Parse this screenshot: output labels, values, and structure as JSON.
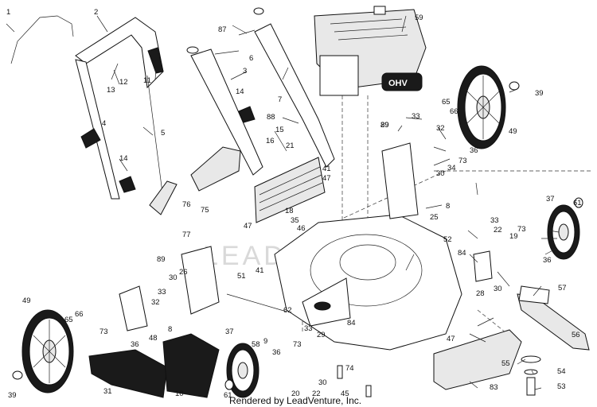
{
  "watermark": "LEADVENTURE",
  "credit": "Rendered by LeadVenture, Inc.",
  "engine_text": "OHV",
  "callouts": [
    "1",
    "2",
    "3",
    "4",
    "5",
    "6",
    "7",
    "8",
    "9",
    "10",
    "11",
    "12",
    "13",
    "14",
    "15",
    "16",
    "18",
    "19",
    "20",
    "21",
    "22",
    "25",
    "26",
    "28",
    "29",
    "30",
    "31",
    "32",
    "33",
    "34",
    "35",
    "36",
    "37",
    "39",
    "41",
    "45",
    "46",
    "47",
    "48",
    "49",
    "51",
    "52",
    "53",
    "54",
    "55",
    "56",
    "57",
    "58",
    "59",
    "61",
    "62",
    "65",
    "66",
    "73",
    "74",
    "75",
    "76",
    "77",
    "83",
    "84",
    "87",
    "88",
    "89"
  ]
}
